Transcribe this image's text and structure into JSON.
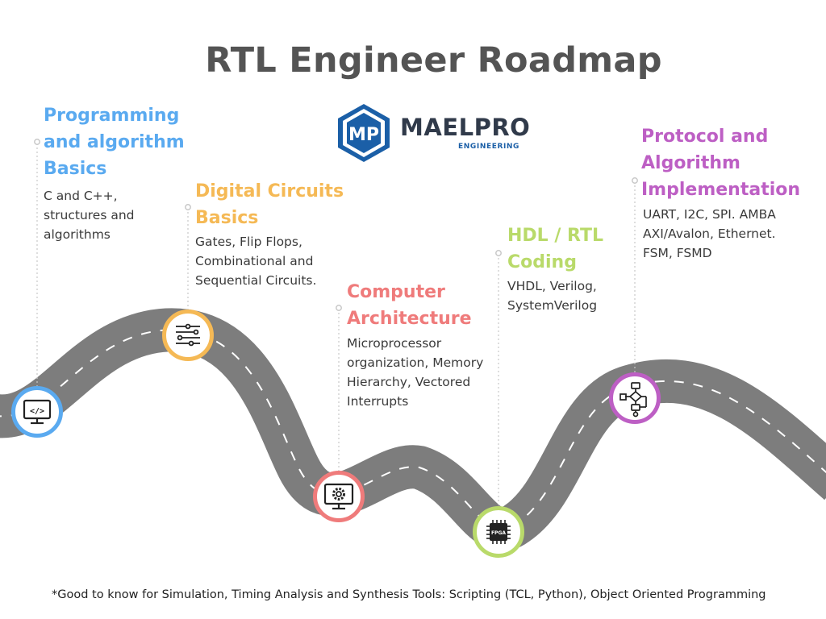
{
  "title": "RTL Engineer Roadmap",
  "logo": {
    "main": "MAELPRO",
    "sub": "ENGINEERING",
    "mark": "MP"
  },
  "colors": {
    "road": "#7d7d7d",
    "dash": "#ffffff",
    "connector": "#c8c8c8",
    "title": "#545454"
  },
  "stages": [
    {
      "title": "Programming and algorithm Basics",
      "description": "C and C++, structures and algorithms",
      "color": "#5aaaf0",
      "icon": "code-monitor-icon"
    },
    {
      "title": "Digital Circuits Basics",
      "description": "Gates, Flip Flops, Combinational and Sequential Circuits.",
      "color": "#f5b955",
      "icon": "circuit-icon"
    },
    {
      "title": "Computer Architecture",
      "description": "Microprocessor organization, Memory Hierarchy, Vectored Interrupts",
      "color": "#ef7b7b",
      "icon": "gear-monitor-icon"
    },
    {
      "title": "HDL / RTL Coding",
      "description": "VHDL, Verilog, SystemVerilog",
      "color": "#b9da6a",
      "icon": "fpga-chip-icon",
      "chip_label": "FPGA"
    },
    {
      "title": "Protocol and Algorithm Implementation",
      "description": "UART, I2C, SPI. AMBA AXI/Avalon, Ethernet. FSM, FSMD",
      "color": "#bd5fc4",
      "icon": "flowchart-icon"
    }
  ],
  "footnote": "*Good to know for Simulation, Timing Analysis and Synthesis Tools: Scripting (TCL, Python), Object Oriented Programming"
}
